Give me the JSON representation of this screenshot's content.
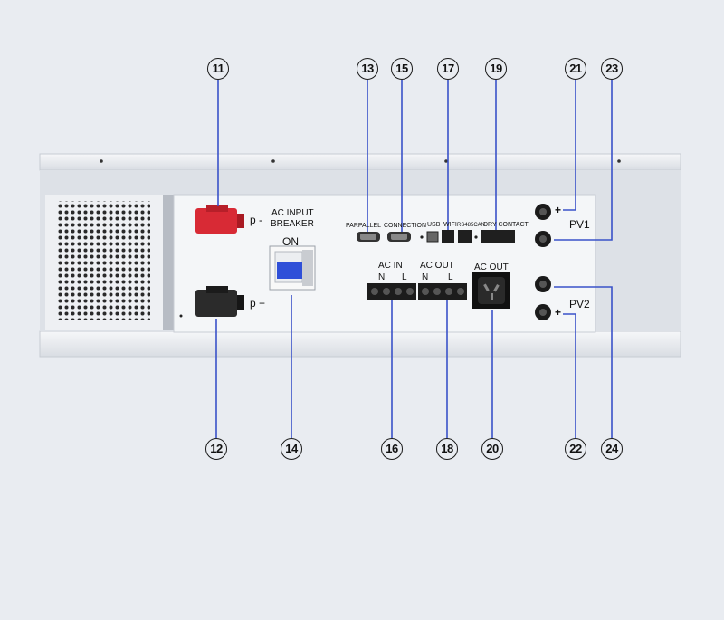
{
  "callouts": [
    "11",
    "12",
    "13",
    "14",
    "15",
    "16",
    "17",
    "18",
    "19",
    "20",
    "21",
    "22",
    "23",
    "24"
  ],
  "labels": {
    "p_minus": "p -",
    "p_plus": "p +",
    "ac_input": "AC INPUT",
    "breaker": "BREAKER",
    "on": "ON",
    "parallel": "PARPALLEL",
    "connection": "CONNECTION",
    "usb": "USB",
    "wifi": "WIFI",
    "rs485": "RS485CAN",
    "dry_contact": "DRY CONTACT",
    "ac_in": "AC  IN",
    "ac_out_term": "AC  OUT",
    "n1": "N",
    "l1": "L",
    "n2": "N",
    "l2": "L",
    "ac_out_socket": "AC  OUT",
    "pv1": "PV1",
    "pv2": "PV2",
    "plus1": "+",
    "plus2": "+"
  },
  "colors": {
    "red_terminal": "#d82a35",
    "black_terminal": "#2b2b2b",
    "breaker_blue": "#2f4fd8",
    "line": "#3a52c9"
  }
}
